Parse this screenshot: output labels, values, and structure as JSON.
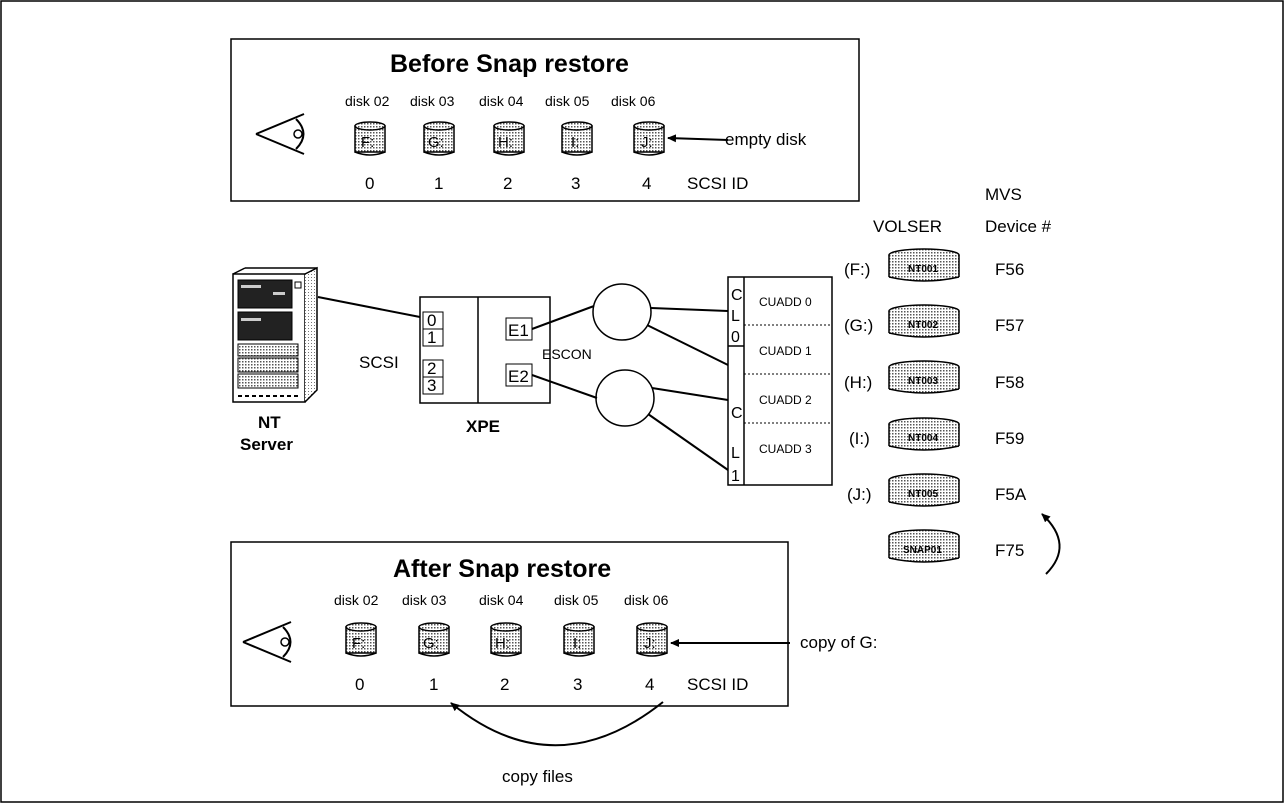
{
  "before": {
    "title": "Before Snap restore",
    "disk_labels": [
      "disk 02",
      "disk 03",
      "disk 04",
      "disk 05",
      "disk 06"
    ],
    "drives": [
      "F:",
      "G:",
      "H:",
      "I:",
      "J:"
    ],
    "ids": [
      "0",
      "1",
      "2",
      "3",
      "4"
    ],
    "scsi_id_label": "SCSI ID",
    "annotation": "empty disk"
  },
  "after": {
    "title": "After Snap restore",
    "disk_labels": [
      "disk 02",
      "disk 03",
      "disk 04",
      "disk 05",
      "disk 06"
    ],
    "drives": [
      "F:",
      "G:",
      "H:",
      "I:",
      "J:"
    ],
    "ids": [
      "0",
      "1",
      "2",
      "3",
      "4"
    ],
    "scsi_id_label": "SCSI ID",
    "annotation": "copy of G:",
    "copy_label": "copy files"
  },
  "server": {
    "line1": "NT",
    "line2": "Server"
  },
  "xpe": {
    "label": "XPE",
    "scsi_label": "SCSI",
    "ports": [
      "0",
      "1",
      "2",
      "3"
    ],
    "escon_ports": [
      "E1",
      "E2"
    ]
  },
  "escon_label": "ESCON",
  "control_unit": {
    "cl0": [
      "C",
      "L",
      "0"
    ],
    "cl1": [
      "C",
      "L",
      "1"
    ],
    "cuadds": [
      "CUADD 0",
      "CUADD 1",
      "CUADD 2",
      "CUADD 3"
    ]
  },
  "volumes": {
    "header_volser": "VOLSER",
    "header_mvs_1": "MVS",
    "header_mvs_2": "Device #",
    "rows": [
      {
        "drive": "(F:)",
        "volser": "NT001",
        "device": "F56"
      },
      {
        "drive": "(G:)",
        "volser": "NT002",
        "device": "F57"
      },
      {
        "drive": "(H:)",
        "volser": "NT003",
        "device": "F58"
      },
      {
        "drive": "(I:)",
        "volser": "NT004",
        "device": "F59"
      },
      {
        "drive": "(J:)",
        "volser": "NT005",
        "device": "F5A"
      },
      {
        "drive": "",
        "volser": "SNAP01",
        "device": "F75"
      }
    ]
  }
}
